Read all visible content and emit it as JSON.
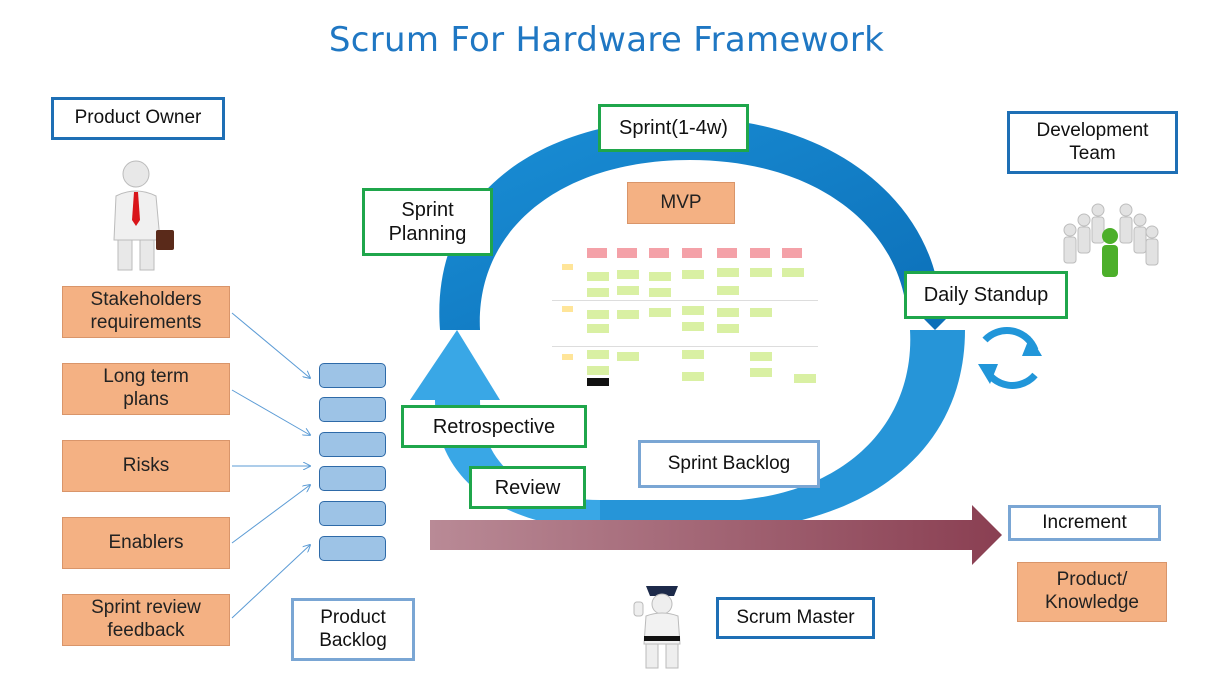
{
  "title": "Scrum For Hardware Framework",
  "roles": {
    "product_owner": "Product Owner",
    "development_team_line1": "Development",
    "development_team_line2": "Team",
    "scrum_master": "Scrum Master"
  },
  "inputs": [
    {
      "line1": "Stakeholders",
      "line2": "requirements"
    },
    {
      "line1": "Long term",
      "line2": "plans"
    },
    {
      "line1": "Risks",
      "line2": ""
    },
    {
      "line1": "Enablers",
      "line2": ""
    },
    {
      "line1": "Sprint review",
      "line2": "feedback"
    }
  ],
  "product_backlog": {
    "line1": "Product",
    "line2": "Backlog"
  },
  "events": {
    "sprint": "Sprint(1-4w)",
    "sprint_planning_line1": "Sprint",
    "sprint_planning_line2": "Planning",
    "daily_standup": "Daily Standup",
    "retrospective": "Retrospective",
    "review": "Review"
  },
  "artifacts": {
    "mvp": "MVP",
    "sprint_backlog": "Sprint Backlog",
    "increment": "Increment",
    "product_knowledge_line1": "Product/",
    "product_knowledge_line2": "Knowledge"
  },
  "colors": {
    "title": "#1f77c3",
    "cycle_arrow": "#2196d9",
    "increment_arrow": "#9a5a6a",
    "orange_box": "#f4b183",
    "green_border": "#1fa64b",
    "blue_border": "#1e6fb5"
  }
}
